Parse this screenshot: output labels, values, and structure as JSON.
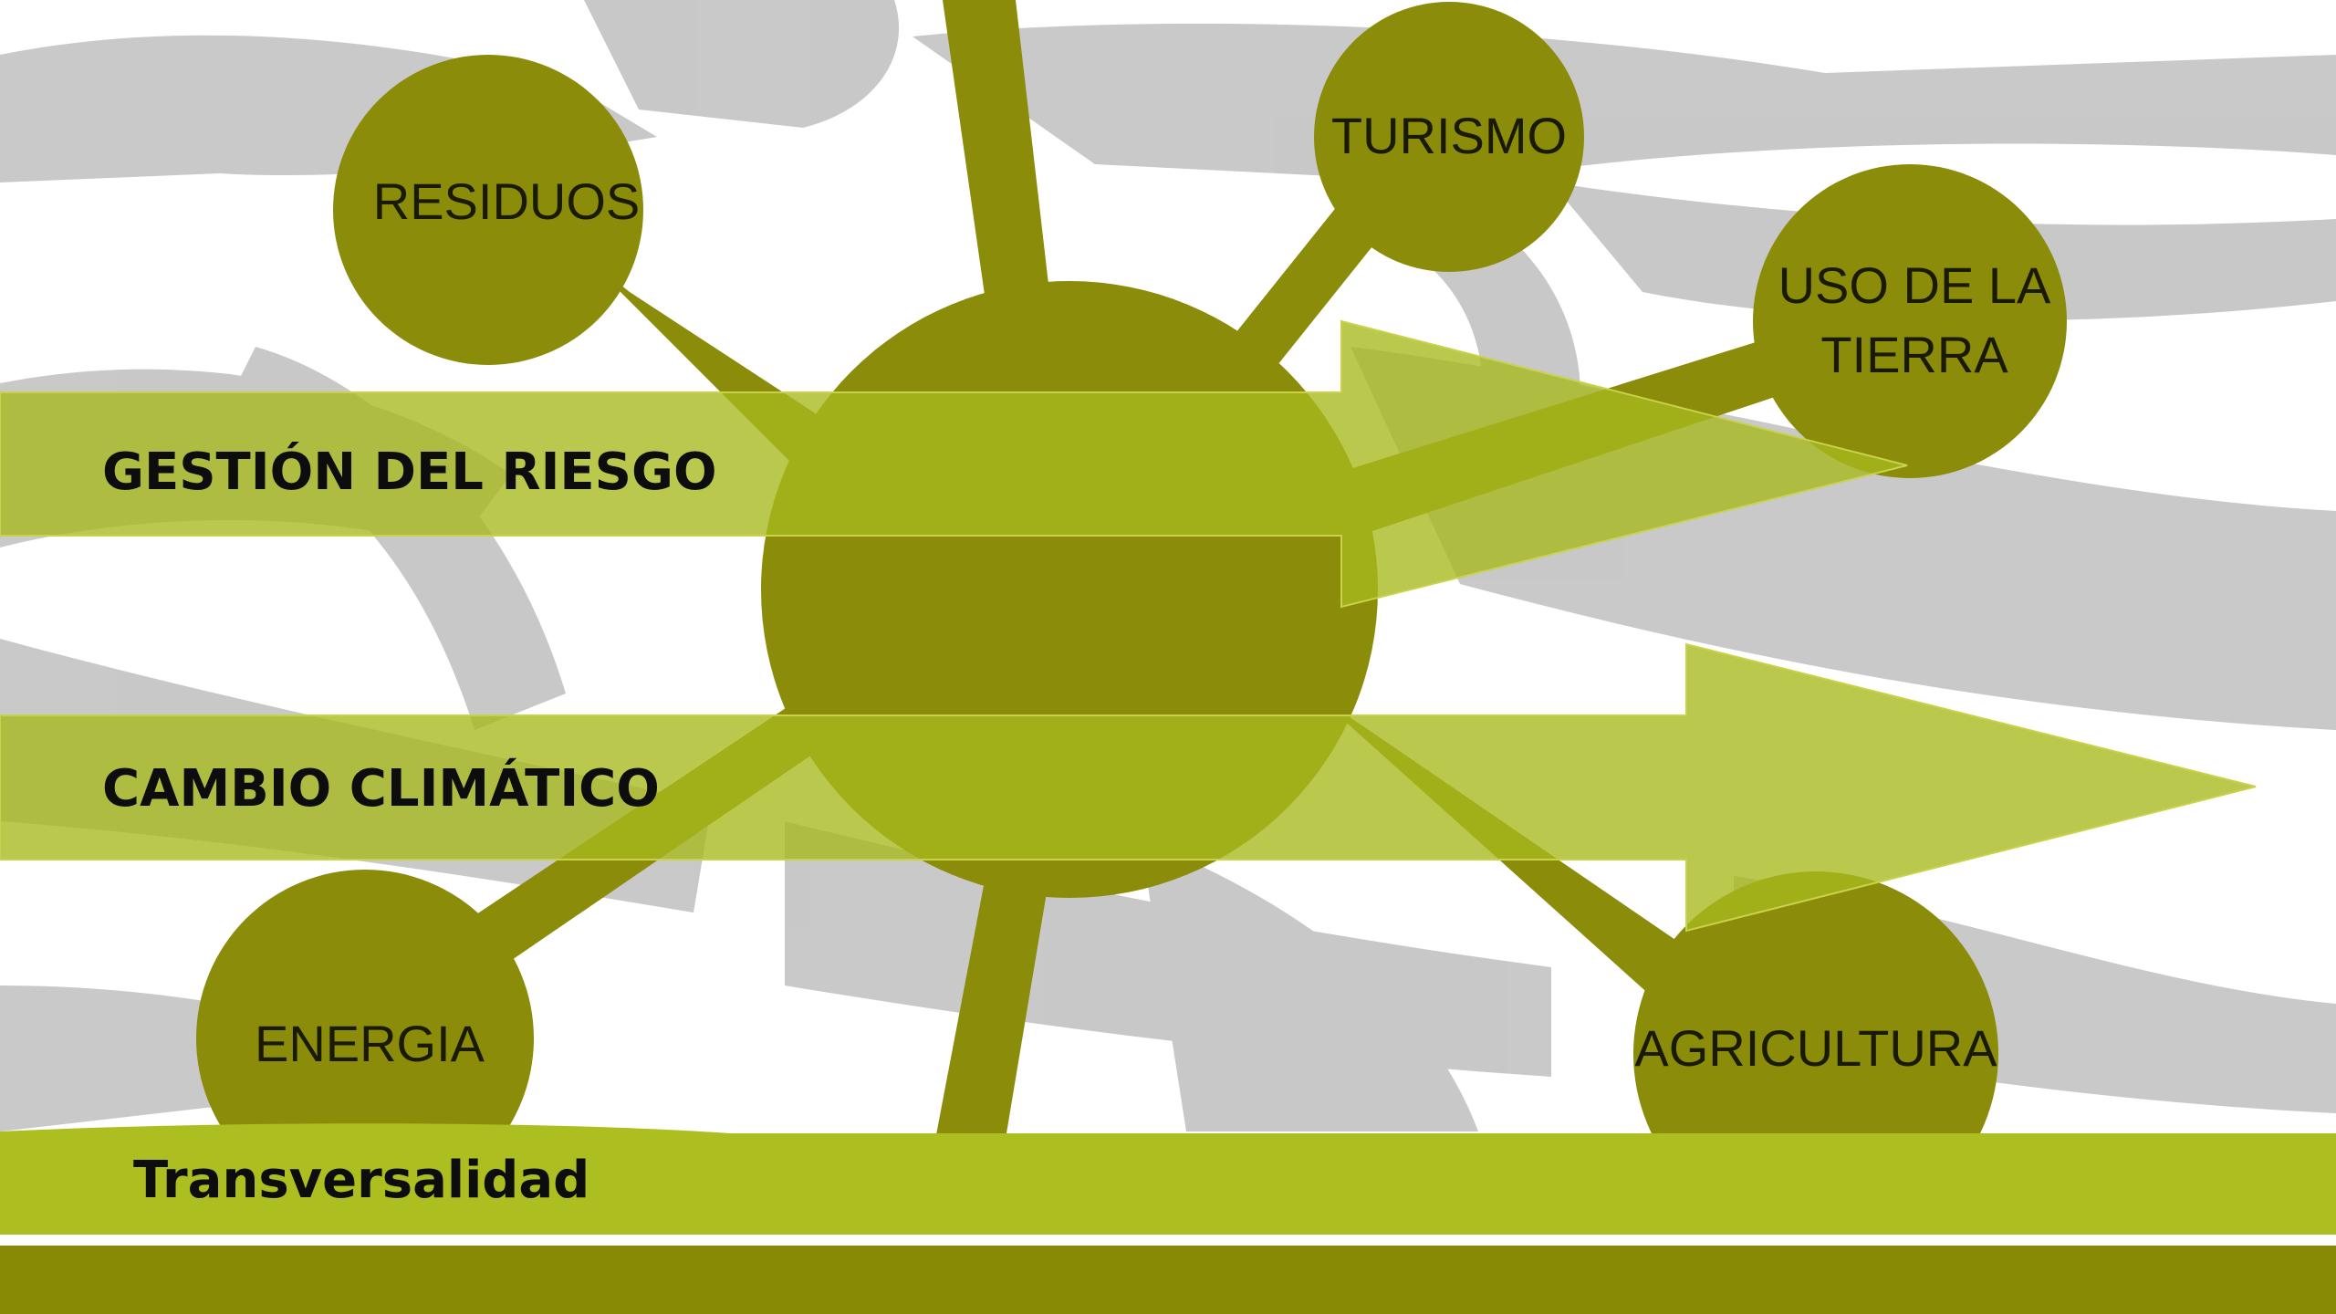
{
  "colors": {
    "node_fill": "#8a8c0a",
    "arrow_fill": "#a8b81c",
    "band_fill": "#adbf20",
    "footer_fill": "#888a06",
    "hands": "#c8c8c8"
  },
  "nodes": {
    "residuos": "RESIDUOS",
    "turismo": "TURISMO",
    "uso_tierra_line1": "USO DE LA",
    "uso_tierra_line2": "TIERRA",
    "energia": "ENERGIA",
    "agricultura": "AGRICULTURA"
  },
  "arrows": {
    "gestion": "GESTIÓN DEL RIESGO",
    "cambio": "CAMBIO CLIMÁTICO"
  },
  "band": {
    "label": "Transversalidad"
  }
}
